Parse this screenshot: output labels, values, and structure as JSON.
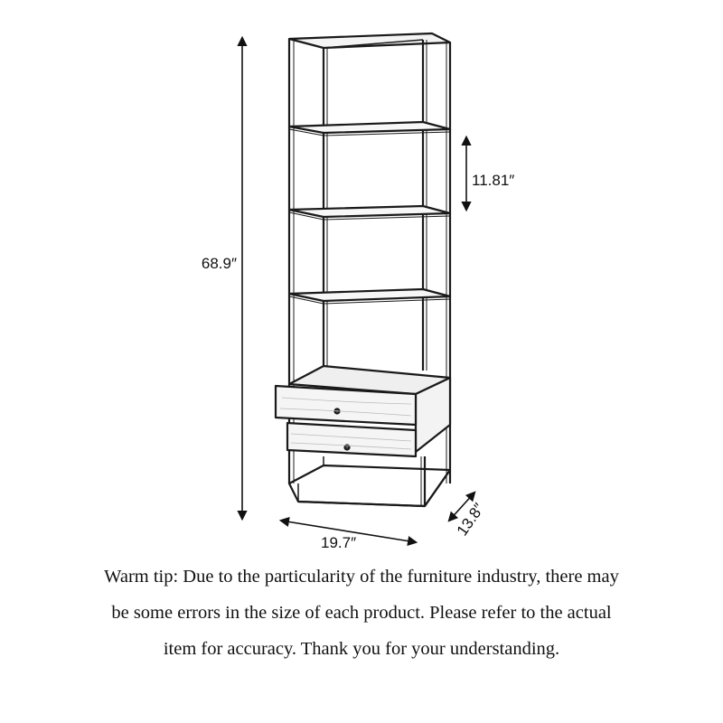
{
  "dimensions": {
    "height": "68.9″",
    "shelf_spacing": "11.81″",
    "width": "19.7″",
    "depth": "13.8″"
  },
  "tip": {
    "lines": [
      "Warm tip: Due to the particularity of the furniture industry, there may",
      "be some errors in the size of each product. Please refer to the actual",
      "item for accuracy. Thank you for your understanding."
    ]
  }
}
